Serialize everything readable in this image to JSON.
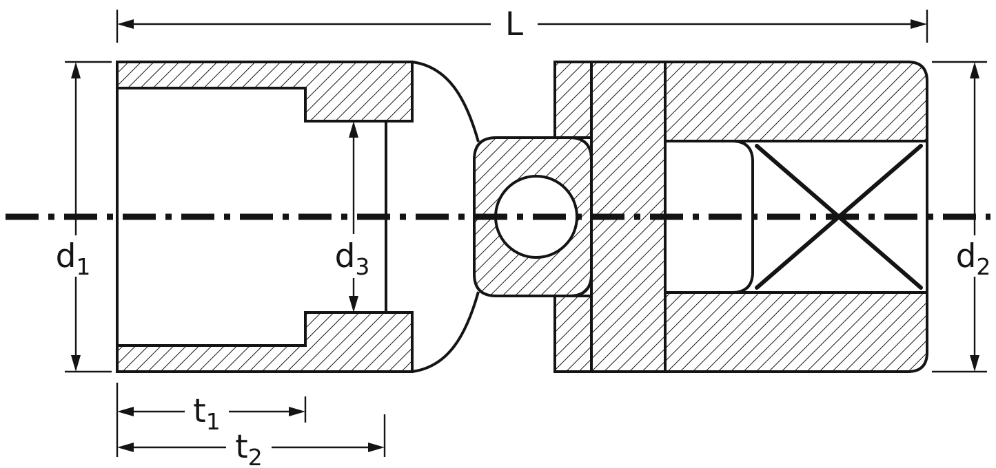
{
  "drawing": {
    "colors": {
      "line": "#141414",
      "background": "#ffffff"
    },
    "labels": {
      "L": {
        "base": "L",
        "sub": ""
      },
      "d1": {
        "base": "d",
        "sub": "1"
      },
      "d2": {
        "base": "d",
        "sub": "2"
      },
      "d3": {
        "base": "d",
        "sub": "3"
      },
      "t1": {
        "base": "t",
        "sub": "1"
      },
      "t2": {
        "base": "t",
        "sub": "2"
      }
    }
  }
}
